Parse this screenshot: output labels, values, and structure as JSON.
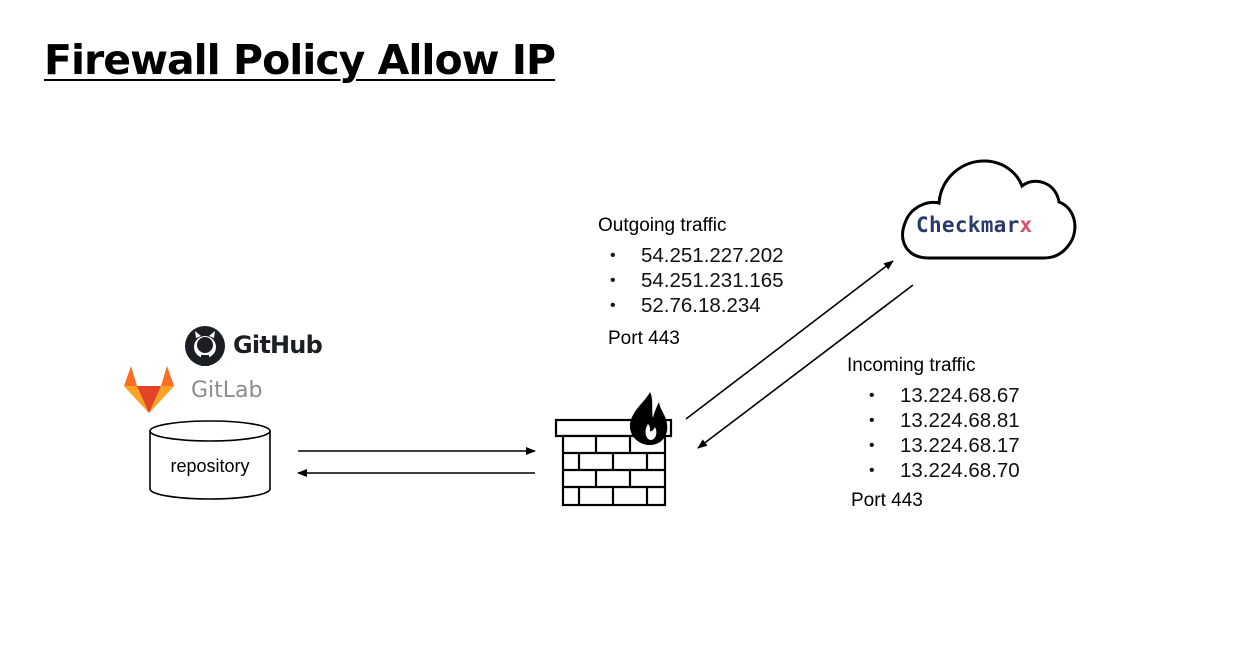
{
  "title": "Firewall Policy Allow IP",
  "logos": {
    "github": "GitHub",
    "gitlab": "GitLab"
  },
  "repository": {
    "label": "repository"
  },
  "cloud": {
    "brand": "Checkmar",
    "brand_x": "x"
  },
  "outgoing": {
    "heading": "Outgoing traffic",
    "ips": [
      "54.251.227.202",
      "54.251.231.165",
      "52.76.18.234"
    ],
    "port": "Port 443"
  },
  "incoming": {
    "heading": "Incoming traffic",
    "ips": [
      "13.224.68.67",
      "13.224.68.81",
      "13.224.68.17",
      "13.224.68.70"
    ],
    "port": "Port 443"
  },
  "icons": {
    "github": "github-octocat-icon",
    "gitlab": "gitlab-fox-icon",
    "firewall": "firewall-brick-wall-icon",
    "fire": "flame-icon",
    "cloud": "cloud-icon",
    "repository": "database-cylinder-icon"
  },
  "colors": {
    "gitlab_orange": "#e24329",
    "gitlab_light": "#fca326",
    "checkmarx_blue": "#2c3a6b",
    "checkmarx_x": "#d9506a"
  }
}
